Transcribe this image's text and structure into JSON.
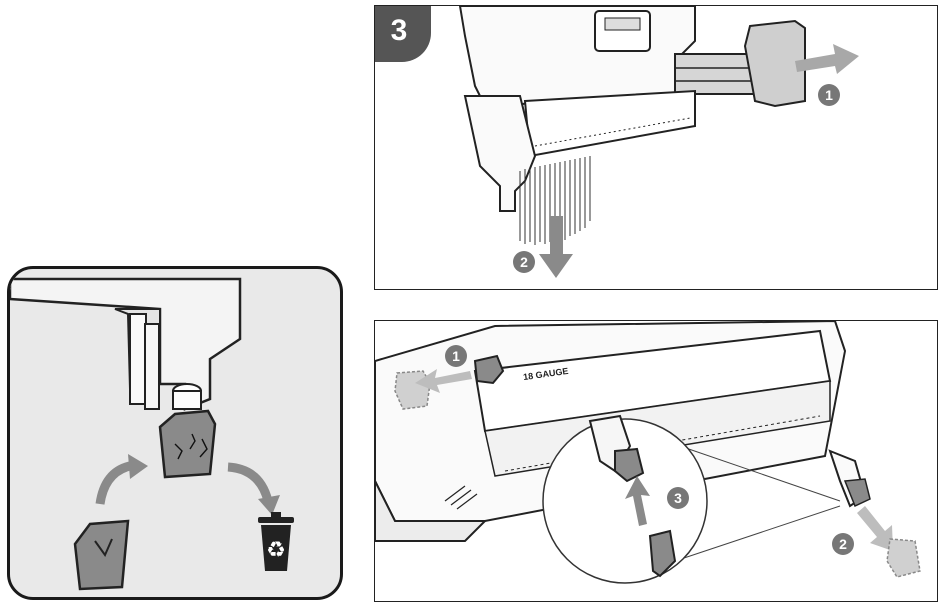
{
  "step": {
    "number": "3"
  },
  "top_panel": {
    "callouts": [
      {
        "label": "1",
        "meaning": "pull pusher back"
      },
      {
        "label": "2",
        "meaning": "remove nail strip"
      }
    ]
  },
  "bottom_panel": {
    "gauge_text": "18 GAUGE",
    "scale_text": "",
    "callouts": [
      {
        "label": "1"
      },
      {
        "label": "2"
      },
      {
        "label": "3"
      }
    ]
  },
  "colors": {
    "badge": "#555555",
    "callout": "#777777",
    "part_gray": "#8a8a8a",
    "arrow_gray": "#999999",
    "panel_bg": "#e9e9e9"
  },
  "icons": [
    "nosepiece-pad-icon",
    "recycle-bin-icon",
    "curved-arrow-icon",
    "straight-arrow-icon"
  ]
}
